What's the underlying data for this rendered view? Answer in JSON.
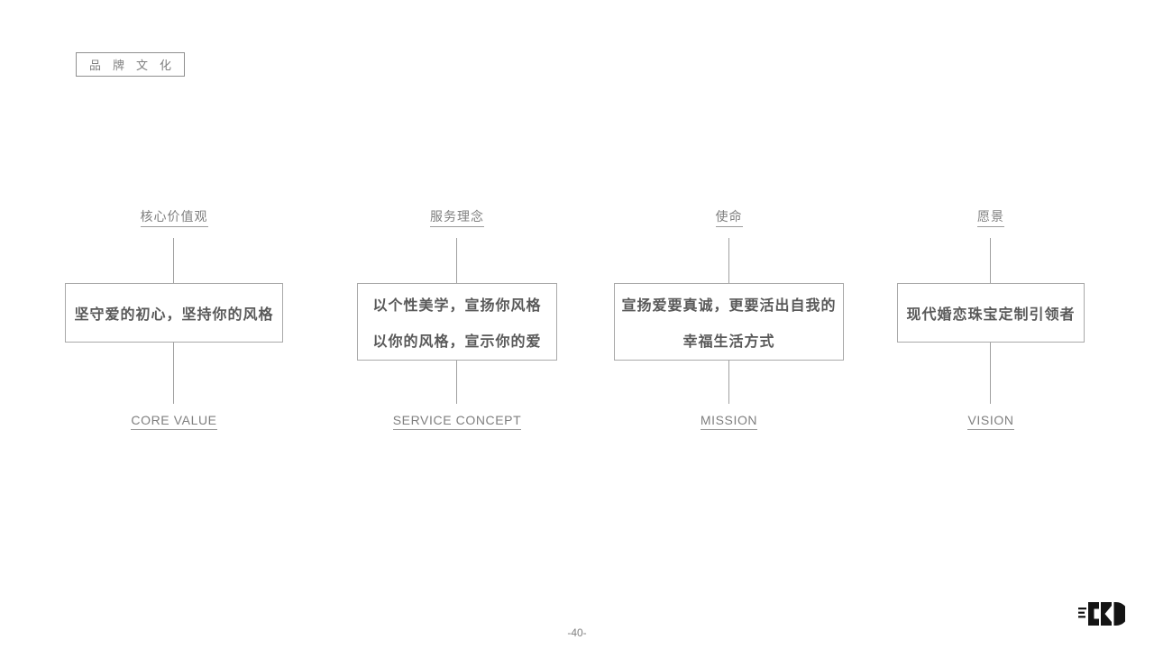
{
  "slide": {
    "tag_label": "品牌文化",
    "page_number": "-40-",
    "columns": [
      {
        "header": "核心价值观",
        "label": "CORE VALUE",
        "lines": [
          "坚守爱的初心，坚持你的风格"
        ]
      },
      {
        "header": "服务理念",
        "label": "SERVICE CONCEPT",
        "lines": [
          "以个性美学，宣扬你风格",
          "以你的风格，宣示你的爱"
        ]
      },
      {
        "header": "使命",
        "label": "MISSION",
        "lines": [
          "宣扬爱要真诚，更要活出自我的",
          "幸福生活方式"
        ]
      },
      {
        "header": "愿景",
        "label": "VISION",
        "lines": [
          "现代婚恋珠宝定制引领者"
        ]
      }
    ],
    "logo": {
      "icon": "ckd-brand-logo"
    },
    "colors": {
      "heading_gray": "#7f7f7f",
      "box_text_gray": "#595959",
      "border_gray": "#a9a9a9",
      "logo_black": "#141414"
    }
  }
}
